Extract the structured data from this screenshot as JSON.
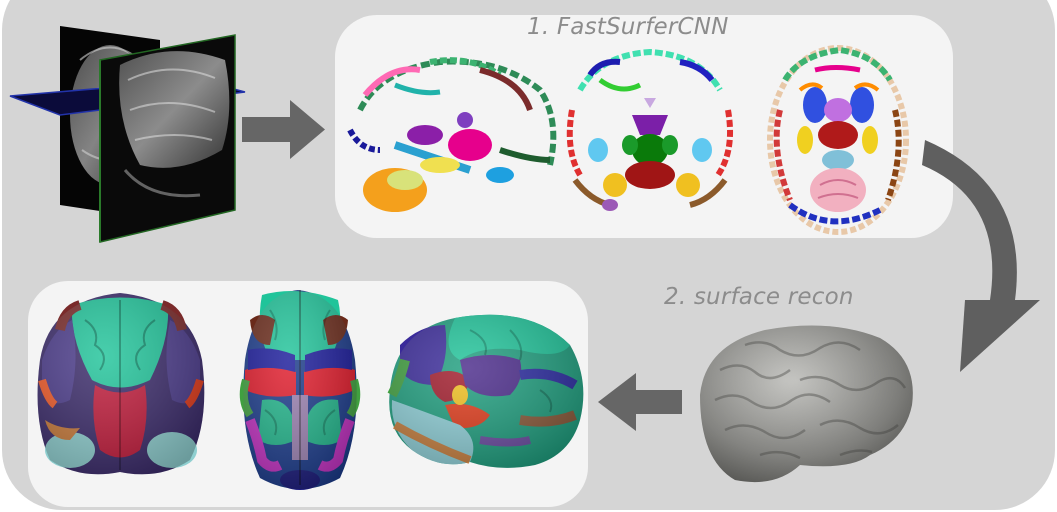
{
  "steps": {
    "step1_label": "1. FastSurferCNN",
    "step2_label": "2. surface recon"
  },
  "colors": {
    "background_panel": "#d5d5d5",
    "inner_panel": "#f4f4f4",
    "arrow": "#666666",
    "label_text": "#8c8c8c",
    "surface_gray": "#9a9a96"
  },
  "icons": [
    "mri-orthoslice-volume",
    "sagittal-segmentation",
    "coronal-segmentation",
    "axial-segmentation",
    "gray-pial-surface",
    "parcellated-brain-posterior",
    "parcellated-brain-superior",
    "parcellated-brain-lateral"
  ]
}
